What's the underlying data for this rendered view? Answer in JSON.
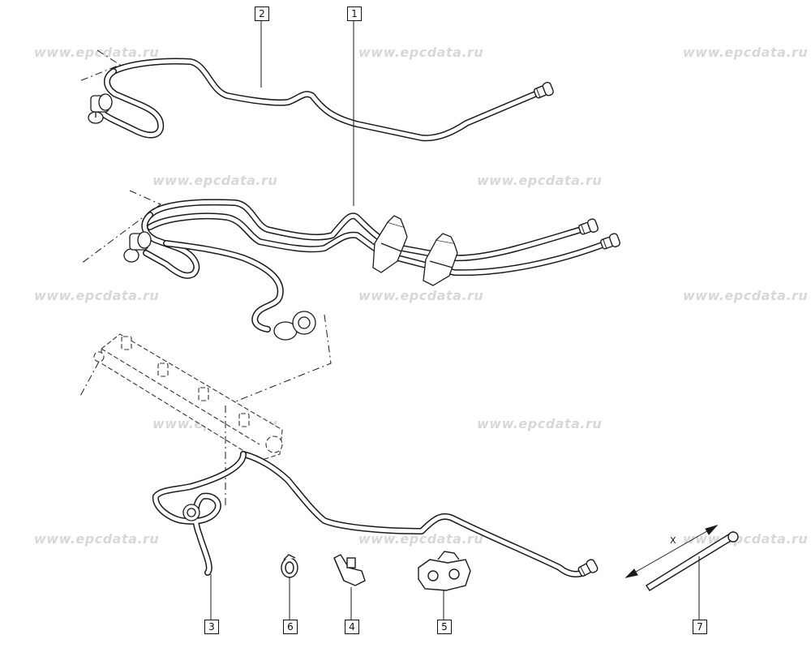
{
  "watermark_text": "www.epcdata.ru",
  "callouts": [
    {
      "id": "1",
      "text": "1"
    },
    {
      "id": "2",
      "text": "2"
    },
    {
      "id": "3",
      "text": "3"
    },
    {
      "id": "4",
      "text": "4"
    },
    {
      "id": "5",
      "text": "5"
    },
    {
      "id": "6",
      "text": "6"
    },
    {
      "id": "7",
      "text": "7"
    }
  ],
  "dimension_label": "X",
  "colors": {
    "line": "#1a1a1a",
    "watermark": "#d8d8d8",
    "background": "#ffffff"
  }
}
